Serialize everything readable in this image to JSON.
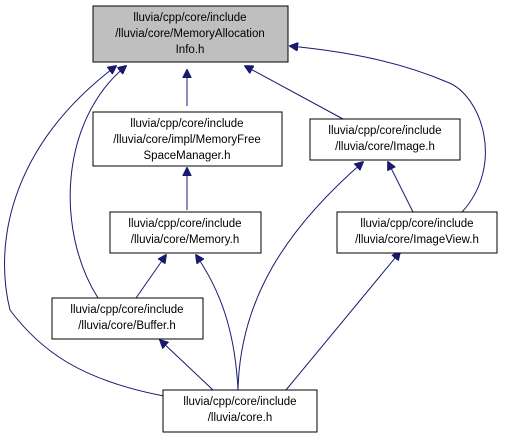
{
  "diagram": {
    "node_colors": {
      "border": "#000000",
      "fill": "#ffffff",
      "highlight_fill": "#bfbfbf",
      "edge": "#191970"
    },
    "nodes": {
      "memory_allocation_info": {
        "lines": [
          "lluvia/cpp/core/include",
          "/lluvia/core/MemoryAllocation",
          "Info.h"
        ],
        "highlighted": true
      },
      "memory_free_space_manager": {
        "lines": [
          "lluvia/cpp/core/include",
          "/lluvia/core/impl/MemoryFree",
          "SpaceManager.h"
        ]
      },
      "image": {
        "lines": [
          "lluvia/cpp/core/include",
          "/lluvia/core/Image.h"
        ]
      },
      "memory": {
        "lines": [
          "lluvia/cpp/core/include",
          "/lluvia/core/Memory.h"
        ]
      },
      "image_view": {
        "lines": [
          "lluvia/cpp/core/include",
          "/lluvia/core/ImageView.h"
        ]
      },
      "buffer": {
        "lines": [
          "lluvia/cpp/core/include",
          "/lluvia/core/Buffer.h"
        ]
      },
      "core": {
        "lines": [
          "lluvia/cpp/core/include",
          "/lluvia/core.h"
        ]
      }
    },
    "edges": [
      {
        "from": "memory_free_space_manager",
        "to": "memory_allocation_info"
      },
      {
        "from": "image",
        "to": "memory_allocation_info"
      },
      {
        "from": "image_view",
        "to": "memory_allocation_info"
      },
      {
        "from": "buffer",
        "to": "memory_allocation_info"
      },
      {
        "from": "core",
        "to": "memory_allocation_info"
      },
      {
        "from": "memory",
        "to": "memory_free_space_manager"
      },
      {
        "from": "image_view",
        "to": "image"
      },
      {
        "from": "core",
        "to": "image"
      },
      {
        "from": "buffer",
        "to": "memory"
      },
      {
        "from": "core",
        "to": "memory"
      },
      {
        "from": "core",
        "to": "image_view"
      },
      {
        "from": "core",
        "to": "buffer"
      }
    ]
  }
}
